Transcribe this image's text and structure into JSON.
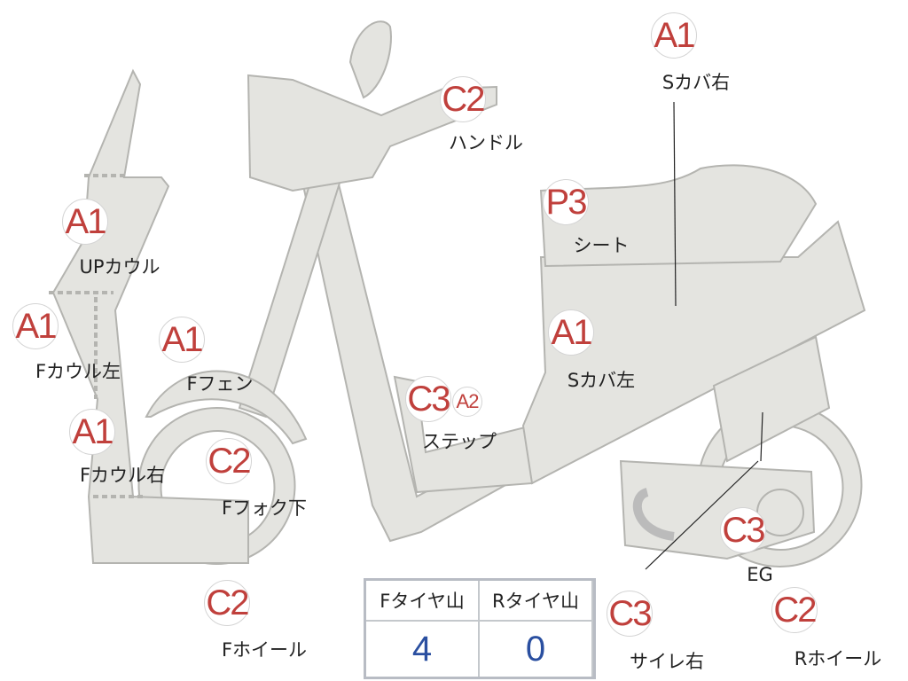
{
  "parts": [
    {
      "grade": "A1",
      "label": "Sカバ右"
    },
    {
      "grade": "C2",
      "label": "ハンドル"
    },
    {
      "grade": "P3",
      "label": "シート"
    },
    {
      "grade": "A1",
      "label": "UPカウル"
    },
    {
      "grade": "A1",
      "label": "Fカウル左"
    },
    {
      "grade": "A1",
      "label": "Fフェン"
    },
    {
      "grade": "A1",
      "label": "Sカバ左"
    },
    {
      "grade": "C3",
      "grade2": "A2",
      "label": "ステップ"
    },
    {
      "grade": "A1",
      "label": "Fカウル右"
    },
    {
      "grade": "C2",
      "label": "Fフォク下"
    },
    {
      "grade": "C2",
      "label": "Fホイール"
    },
    {
      "grade": "C3",
      "label": "EG"
    },
    {
      "grade": "C2",
      "label": "Rホイール"
    },
    {
      "grade": "C3",
      "label": "サイレ右"
    }
  ],
  "tire_table": {
    "headers": [
      "Fタイヤ山",
      "Rタイヤ山"
    ],
    "values": [
      "4",
      "0"
    ]
  },
  "colors": {
    "grade": "#c0403c",
    "value": "#2a4fa0",
    "body": "#e4e4e0"
  }
}
